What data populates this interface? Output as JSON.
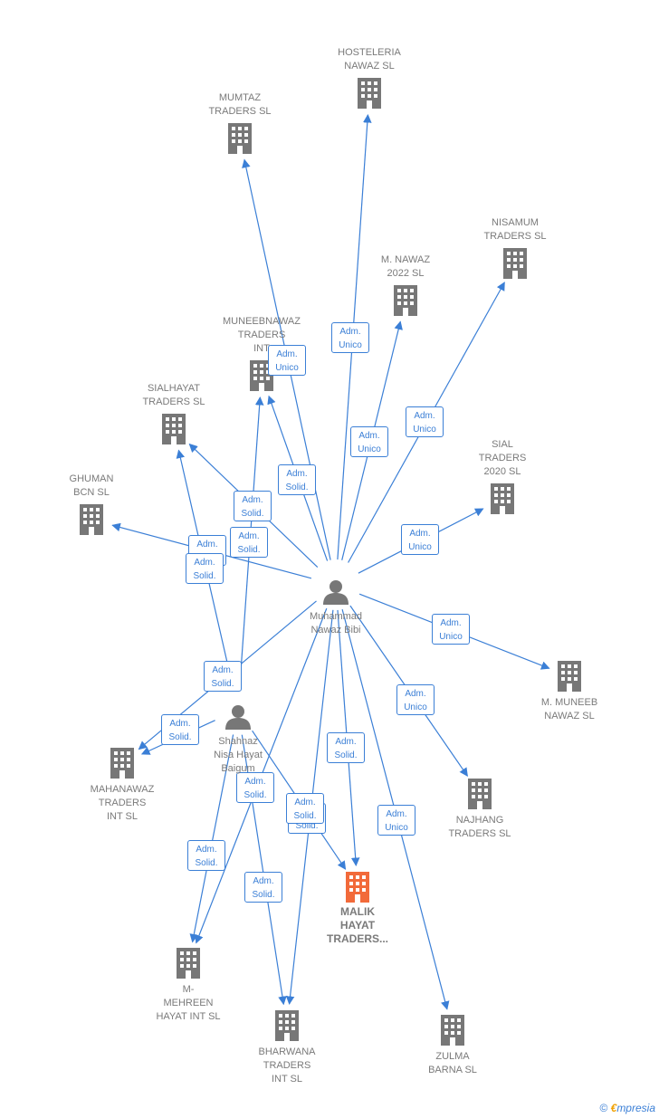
{
  "colors": {
    "company": "#777777",
    "highlight": "#f26a3a",
    "edge": "#3b7fd6",
    "person": "#777777"
  },
  "nodes": [
    {
      "id": "hosteleria",
      "type": "company",
      "label": "HOSTELERIA\nNAWAZ  SL"
    },
    {
      "id": "mumtaz",
      "type": "company",
      "label": "MUMTAZ\nTRADERS  SL"
    },
    {
      "id": "nisamum",
      "type": "company",
      "label": "NISAMUM\nTRADERS  SL"
    },
    {
      "id": "mnawaz2022",
      "type": "company",
      "label": "M.  NAWAZ\n2022  SL"
    },
    {
      "id": "muneebnawaz",
      "type": "company",
      "label": "MUNEEBNAWAZ\nTRADERS\nINT"
    },
    {
      "id": "sialhayat",
      "type": "company",
      "label": "SIALHAYAT\nTRADERS  SL"
    },
    {
      "id": "sial2020",
      "type": "company",
      "label": "SIAL\nTRADERS\n2020  SL"
    },
    {
      "id": "ghuman",
      "type": "company",
      "label": "GHUMAN\nBCN  SL"
    },
    {
      "id": "muhammad",
      "type": "person",
      "label": "Muhammad\nNawaz Bibi"
    },
    {
      "id": "mmuneeb",
      "type": "company",
      "label": "M.  MUNEEB\nNAWAZ  SL"
    },
    {
      "id": "shahnaz",
      "type": "person",
      "label": "Shahnaz\nNisa Hayat\nBaigum"
    },
    {
      "id": "mahanawaz",
      "type": "company",
      "label": "MAHANAWAZ\nTRADERS\nINT  SL"
    },
    {
      "id": "najhang",
      "type": "company",
      "label": "NAJHANG\nTRADERS  SL"
    },
    {
      "id": "malik",
      "type": "company",
      "highlight": true,
      "label": "MALIK\nHAYAT\nTRADERS..."
    },
    {
      "id": "mehreen",
      "type": "company",
      "label": "M-\nMEHREEN\nHAYAT INT  SL"
    },
    {
      "id": "bharwana",
      "type": "company",
      "label": "BHARWANA\nTRADERS\nINT  SL"
    },
    {
      "id": "zulma",
      "type": "company",
      "label": "ZULMA\nBARNA SL"
    }
  ],
  "edges": [
    {
      "from": "muhammad",
      "to": "hosteleria",
      "label": "Adm.\nUnico"
    },
    {
      "from": "muhammad",
      "to": "mumtaz",
      "label": "Adm.\nUnico"
    },
    {
      "from": "muhammad",
      "to": "nisamum",
      "label": "Adm.\nUnico"
    },
    {
      "from": "muhammad",
      "to": "mnawaz2022",
      "label": "Adm.\nUnico"
    },
    {
      "from": "muhammad",
      "to": "muneebnawaz",
      "label": "Adm.\nSolid."
    },
    {
      "from": "muhammad",
      "to": "sialhayat",
      "label": "Adm.\nSolid."
    },
    {
      "from": "muhammad",
      "to": "sial2020",
      "label": "Adm.\nUnico"
    },
    {
      "from": "muhammad",
      "to": "ghuman",
      "label": "Adm.\nUnico"
    },
    {
      "from": "muhammad",
      "to": "mmuneeb",
      "label": "Adm.\nUnico"
    },
    {
      "from": "muhammad",
      "to": "najhang",
      "label": "Adm.\nUnico"
    },
    {
      "from": "muhammad",
      "to": "malik",
      "label": "Adm.\nSolid."
    },
    {
      "from": "muhammad",
      "to": "zulma",
      "label": "Adm.\nUnico"
    },
    {
      "from": "muhammad",
      "to": "mehreen",
      "label": "Adm.\nSolid."
    },
    {
      "from": "muhammad",
      "to": "bharwana",
      "label": "Adm.\nSolid."
    },
    {
      "from": "muhammad",
      "to": "mahanawaz",
      "label": "Adm.\nSolid."
    },
    {
      "from": "shahnaz",
      "to": "muneebnawaz",
      "label": "Adm.\nSolid."
    },
    {
      "from": "shahnaz",
      "to": "sialhayat",
      "label": "Adm.\nSolid."
    },
    {
      "from": "shahnaz",
      "to": "mahanawaz",
      "label": "Adm.\nSolid."
    },
    {
      "from": "shahnaz",
      "to": "malik",
      "label": "Adm.\nSolid."
    },
    {
      "from": "shahnaz",
      "to": "mehreen",
      "label": "Adm.\nSolid."
    },
    {
      "from": "shahnaz",
      "to": "bharwana",
      "label": "Adm.\nSolid."
    }
  ],
  "footer": {
    "copyright": "©",
    "brand_initial": "€",
    "brand_rest": "mpresia"
  }
}
